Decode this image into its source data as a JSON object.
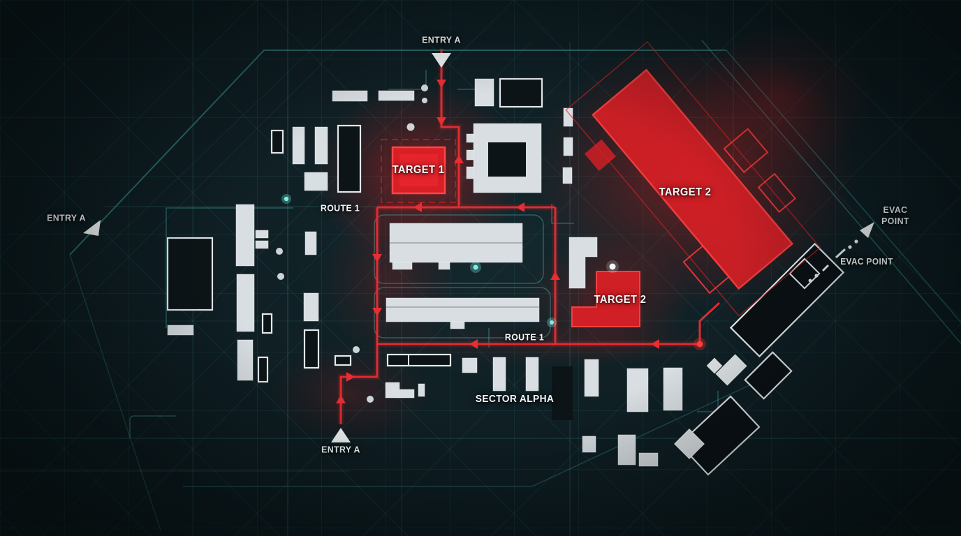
{
  "scene": {
    "type": "tactical-planning-map",
    "sector": "SECTOR ALPHA"
  },
  "labels": {
    "entry_a": "ENTRY A",
    "route_1": "ROUTE 1",
    "sector_alpha": "SECTOR ALPHA",
    "target_1": "TARGET 1",
    "target_2": "TARGET 2",
    "evac": "EVAC",
    "point": "POINT",
    "evac_point": "EVAC POINT"
  },
  "colors": {
    "background": "#0c191d",
    "grid_teal": "#2f8f8f",
    "perimeter_teal": "#3fb5ad",
    "route_red": "#e82d33",
    "route_glow": "#ff2828",
    "target_red": "#d91f26",
    "target_stroke": "#ff4040",
    "building_light": "#d8dee1",
    "building_dark": "#0c1417",
    "building_dark_stroke": "#e3e9eb",
    "marker_white": "#f2f5f5",
    "dot_teal": "#7ef0e4"
  }
}
